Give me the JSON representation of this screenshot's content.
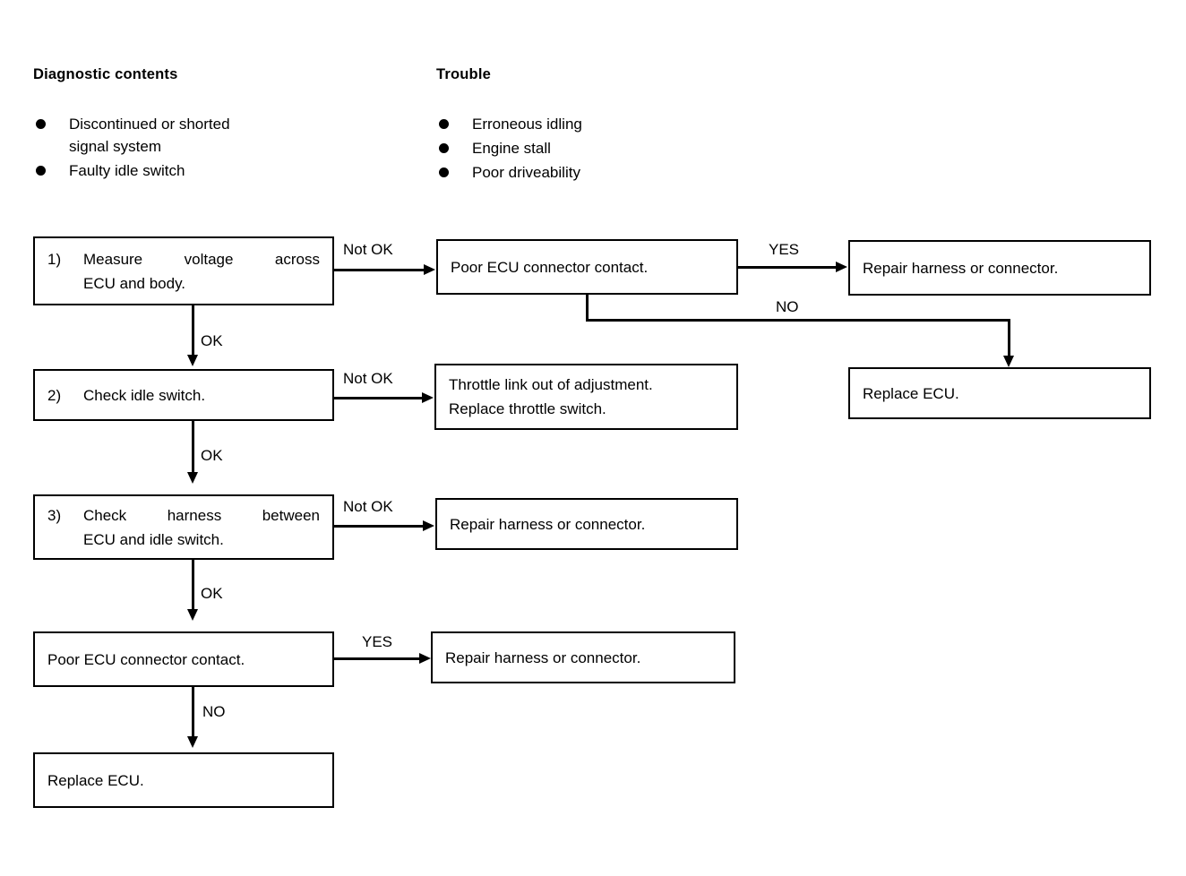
{
  "headers": {
    "left": {
      "title": "Diagnostic contents",
      "items": [
        "Discontinued or shorted\nsignal system",
        "Faulty idle switch"
      ]
    },
    "right": {
      "title": "Trouble",
      "items": [
        "Erroneous idling",
        "Engine stall",
        "Poor driveability"
      ]
    }
  },
  "flow": {
    "step1": {
      "number": "1)",
      "line1": "Measure voltage across",
      "line2": "ECU and body."
    },
    "step2": {
      "number": "2)",
      "line1": "Check idle switch."
    },
    "step3": {
      "number": "3)",
      "line1": "Check harness between",
      "line2": "ECU and idle switch."
    },
    "poor_contact_1": "Poor ECU connector contact.",
    "poor_contact_2": "Poor ECU connector contact.",
    "repair_1": "Repair harness or connector.",
    "repair_3": "Repair harness or connector.",
    "repair_4": "Repair harness or connector.",
    "throttle": {
      "line1": "Throttle link out of adjustment.",
      "line2": "Replace throttle switch."
    },
    "replace_ecu_right": "Replace ECU.",
    "replace_ecu_bottom": "Replace ECU."
  },
  "edges": {
    "not_ok_1": "Not OK",
    "not_ok_2": "Not OK",
    "not_ok_3": "Not OK",
    "yes_1": "YES",
    "yes_2": "YES",
    "no_1": "NO",
    "no_2": "NO",
    "ok_1": "OK",
    "ok_2": "OK",
    "ok_3": "OK"
  },
  "colors": {
    "ink": "#000000",
    "paper": "#ffffff"
  }
}
